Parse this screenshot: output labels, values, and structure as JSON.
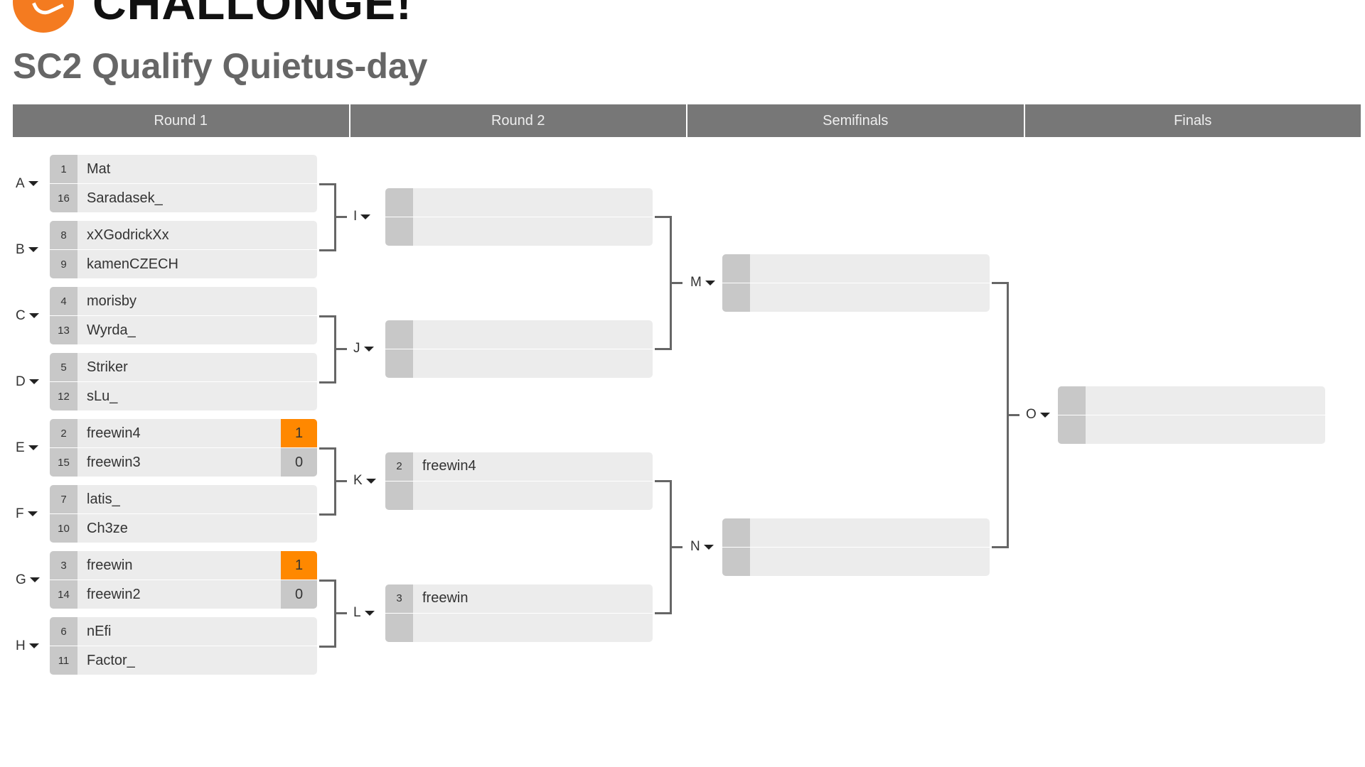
{
  "brand": "CHALLONGE!",
  "title": "SC2 Qualify Quietus-day",
  "rounds": [
    "Round 1",
    "Round 2",
    "Semifinals",
    "Finals"
  ],
  "colors": {
    "winner_score": "#ff8800",
    "header": "#777777"
  },
  "round1": [
    {
      "id": "A",
      "p": [
        {
          "seed": "1",
          "name": "Mat"
        },
        {
          "seed": "16",
          "name": "Saradasek_"
        }
      ]
    },
    {
      "id": "B",
      "p": [
        {
          "seed": "8",
          "name": "xXGodrickXx"
        },
        {
          "seed": "9",
          "name": "kamenCZECH"
        }
      ]
    },
    {
      "id": "C",
      "p": [
        {
          "seed": "4",
          "name": "morisby"
        },
        {
          "seed": "13",
          "name": "Wyrda_"
        }
      ]
    },
    {
      "id": "D",
      "p": [
        {
          "seed": "5",
          "name": "Striker"
        },
        {
          "seed": "12",
          "name": "sLu_"
        }
      ]
    },
    {
      "id": "E",
      "p": [
        {
          "seed": "2",
          "name": "freewin4",
          "score": "1",
          "win": true
        },
        {
          "seed": "15",
          "name": "freewin3",
          "score": "0"
        }
      ]
    },
    {
      "id": "F",
      "p": [
        {
          "seed": "7",
          "name": "latis_"
        },
        {
          "seed": "10",
          "name": "Ch3ze"
        }
      ]
    },
    {
      "id": "G",
      "p": [
        {
          "seed": "3",
          "name": "freewin",
          "score": "1",
          "win": true
        },
        {
          "seed": "14",
          "name": "freewin2",
          "score": "0"
        }
      ]
    },
    {
      "id": "H",
      "p": [
        {
          "seed": "6",
          "name": "nEfi"
        },
        {
          "seed": "11",
          "name": "Factor_"
        }
      ]
    }
  ],
  "round2": [
    {
      "id": "I",
      "p": [
        {},
        {}
      ]
    },
    {
      "id": "J",
      "p": [
        {},
        {}
      ]
    },
    {
      "id": "K",
      "p": [
        {
          "seed": "2",
          "name": "freewin4"
        },
        {}
      ]
    },
    {
      "id": "L",
      "p": [
        {
          "seed": "3",
          "name": "freewin"
        },
        {}
      ]
    }
  ],
  "semifinals": [
    {
      "id": "M",
      "p": [
        {},
        {}
      ]
    },
    {
      "id": "N",
      "p": [
        {},
        {}
      ]
    }
  ],
  "finals": [
    {
      "id": "O",
      "p": [
        {},
        {}
      ]
    }
  ]
}
